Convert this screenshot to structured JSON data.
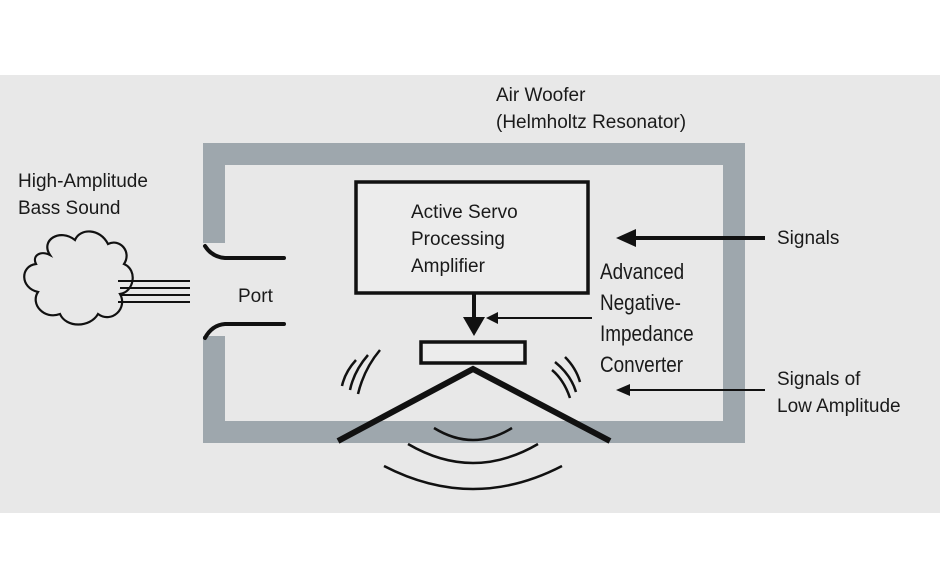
{
  "colors": {
    "background": "#e8e8e8",
    "enclosure": "#9ea7ad",
    "stroke": "#111111"
  },
  "labels": {
    "air_woofer": [
      "Air Woofer",
      "(Helmholtz Resonator)"
    ],
    "bass_sound": [
      "High-Amplitude",
      "Bass Sound"
    ],
    "port": "Port",
    "amplifier": [
      "Active Servo",
      "Processing",
      "Amplifier"
    ],
    "converter": [
      "Advanced",
      "Negative-",
      "Impedance",
      "Converter"
    ],
    "signals": "Signals",
    "signals_low": [
      "Signals of",
      "Low Amplitude"
    ]
  },
  "icons": [
    "cloud-icon",
    "sound-wave-icon",
    "speaker-cone-icon",
    "arrow-icon"
  ]
}
